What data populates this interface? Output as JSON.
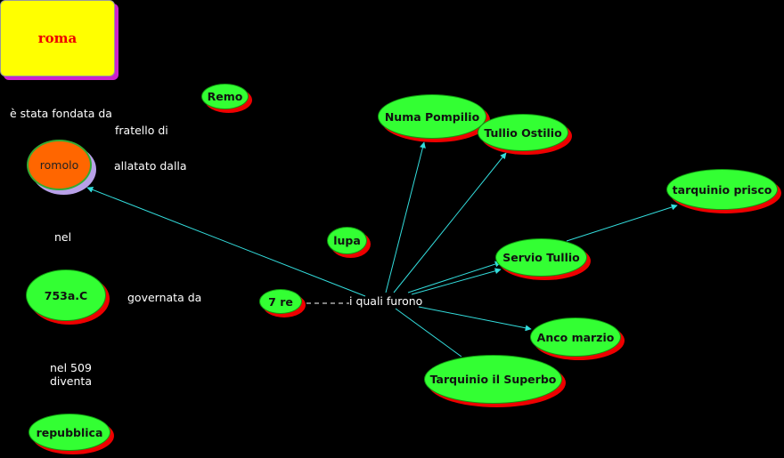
{
  "title": "roma",
  "nodes": {
    "remo": "Remo",
    "romolo": "romolo",
    "lupa": "lupa",
    "anno": "753a.C",
    "re": "7 re",
    "repubblica": "repubblica",
    "numa": "Numa Pompilio",
    "tullio": "Tullio Ostilio",
    "tarquinio_prisco": "tarquinio prisco",
    "servio": "Servio Tullio",
    "anco": "Anco marzio",
    "tarquinio_superbo": "Tarquinio il Superbo"
  },
  "labels": {
    "fondata": "è stata fondata da",
    "fratello": "fratello di",
    "allatato": "allatato dalla",
    "nel": "nel",
    "governata": "governata da",
    "nel509": "nel 509\ndiventa",
    "quali": "i quali furono"
  },
  "colors": {
    "node_fill": "#33ff33",
    "node_shadow": "#ee0000",
    "title_fill": "#ffff00",
    "title_text": "#ee0000",
    "romolo_fill": "#ff6600",
    "arrow": "#33dddd",
    "label_text": "#ffffff"
  }
}
